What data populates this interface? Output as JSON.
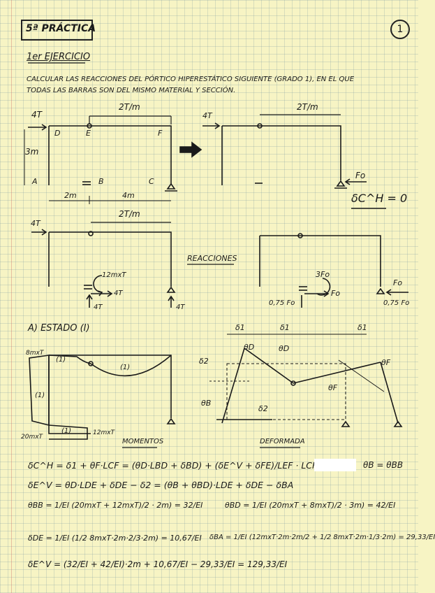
{
  "header": {
    "title": "5ª PRÁCTICA",
    "page_number": "1",
    "exercise": "1er EJERCICIO",
    "statement_line1": "CALCULAR LAS REACCIONES DEL PÓRTICO HIPERESTÁTICO SIGUIENTE (GRADO 1), EN EL QUE",
    "statement_line2": "TODAS LAS BARRAS SON DEL MISMO MATERIAL Y SECCIÓN."
  },
  "frame1": {
    "load_left": "4T",
    "dist_load": "2T/m",
    "node_d": "D",
    "node_e": "E",
    "node_f": "F",
    "node_a": "A",
    "node_b": "B",
    "node_c": "C",
    "height": "3m",
    "span1": "2m",
    "span2": "4m"
  },
  "frame2": {
    "load_left": "4T",
    "dist_load": "2T/m",
    "redundant": "Fo",
    "condition": "δC^H = 0"
  },
  "frame3": {
    "load_left": "4T",
    "dist_load": "2T/m",
    "moment": "12mxT",
    "h_react": "4T",
    "v_react_left": "4T",
    "v_react_right": "4T"
  },
  "reacciones_label": "REACCIONES",
  "frame4": {
    "moment": "3Fo",
    "h_force": "Fo",
    "v_left": "0,75 Fo",
    "right_force": "Fo",
    "v_right": "0,75 Fo"
  },
  "state_label": "A) ESTADO (I)",
  "moments": {
    "top_left": "8mxT",
    "m1": "(1)",
    "m2": "(1)",
    "left_bar": "(1)",
    "bottom_left": "20mxT",
    "bottom_right": "12mxT",
    "bar_label": "(1)",
    "caption": "MOMENTOS"
  },
  "deformada": {
    "delta1": "δ1",
    "delta1b": "δ1",
    "delta1c": "δ1",
    "thetaD": "θD",
    "thetaD2": "θD",
    "thetaF": "θF",
    "thetaF2": "θF",
    "delta2": "δ2",
    "delta2b": "δ2",
    "thetaB": "θB",
    "caption": "DEFORMADA"
  },
  "equations": {
    "eq1": "δC^H = δ1 + θF·LCF = (θD·LBD + δBD) + (δE^V + δFE)/LEF · LCF",
    "eq1_right": "θB = θBB",
    "eq2": "δE^V = θD·LDE + δDE − δ2 = (θB + θBD)·LDE + δDE − δBA",
    "eq3a": "θBB = 1/EI (20mxT + 12mxT)/2 · 2m) = 32/EI",
    "eq3b": "θBD = 1/EI (20mxT + 8mxT)/2 · 3m) = 42/EI",
    "eq4a": "δDE = 1/EI (1/2 8mxT·2m·2/3·2m) = 10,67/EI",
    "eq4b": "δBA = 1/EI (12mxT·2m·2m/2 + 1/2 8mxT·2m·1/3·2m) = 29,33/EI",
    "eq5": "δE^V = (32/EI + 42/EI)·2m + 10,67/EI − 29,33/EI = 129,33/EI"
  },
  "colors": {
    "paper": "#f7f4c4",
    "grid": "#9ab0b8",
    "ink": "#1a1a1a",
    "highlight": "#ffffff"
  }
}
